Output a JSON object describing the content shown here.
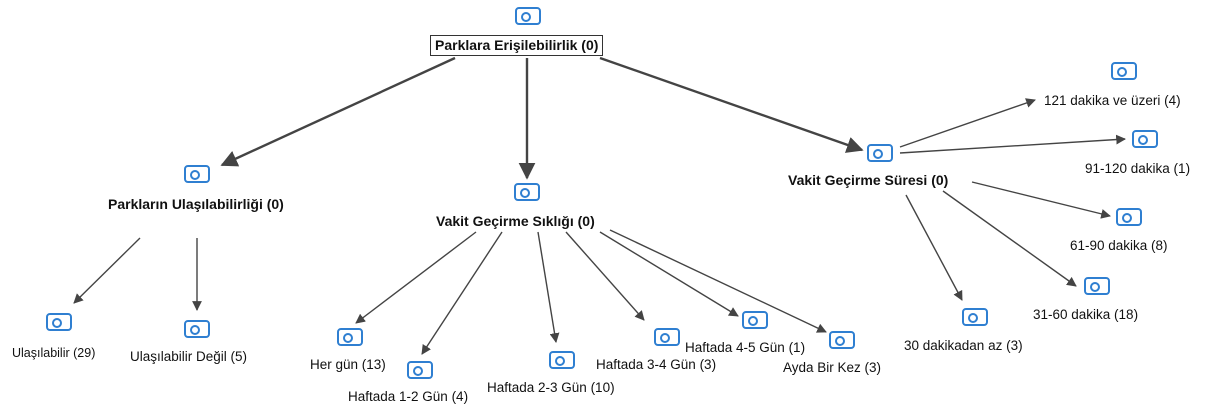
{
  "diagram": {
    "root": {
      "label": "Parklara Erişilebilirlik (0)"
    },
    "branches": [
      {
        "label": "Parkların Ulaşılabilirliği (0)",
        "children": [
          {
            "label": "Ulaşılabilir (29)"
          },
          {
            "label": "Ulaşılabilir Değil (5)"
          }
        ]
      },
      {
        "label": "Vakit Geçirme Sıklığı (0)",
        "children": [
          {
            "label": "Her gün (13)"
          },
          {
            "label": "Haftada 1-2 Gün (4)"
          },
          {
            "label": "Haftada 2-3 Gün (10)"
          },
          {
            "label": "Haftada 3-4 Gün (3)"
          },
          {
            "label": "Haftada 4-5 Gün (1)"
          },
          {
            "label": "Ayda Bir Kez (3)"
          }
        ]
      },
      {
        "label": "Vakit Geçirme Süresi (0)",
        "children": [
          {
            "label": "121 dakika ve üzeri (4)"
          },
          {
            "label": "91-120 dakika (1)"
          },
          {
            "label": "61-90 dakika (8)"
          },
          {
            "label": "31-60 dakika (18)"
          },
          {
            "label": "30 dakikadan az (3)"
          }
        ]
      }
    ]
  },
  "icon": "code-node-icon",
  "colors": {
    "icon": "#2f7fd1",
    "edge": "#444444",
    "text": "#111111"
  }
}
